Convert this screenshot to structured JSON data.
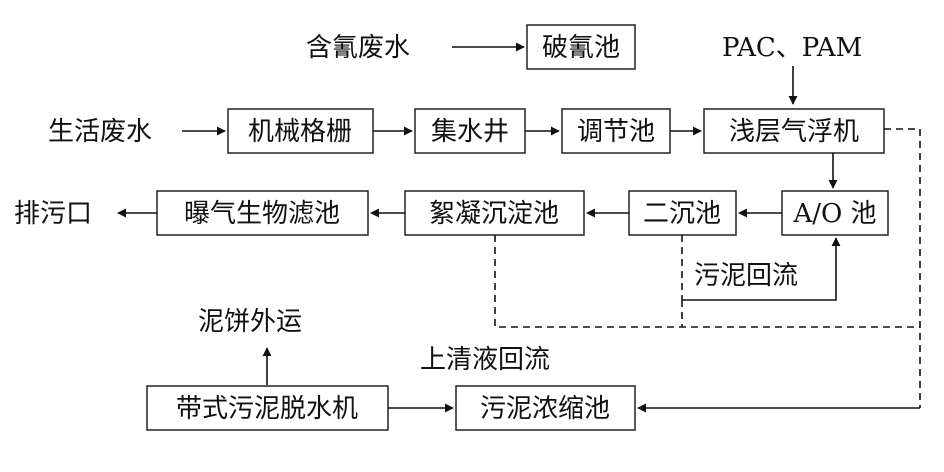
{
  "nodes": {
    "cyanide_wastewater": "含氰废水",
    "cyanide_breaking_tank": "破氰池",
    "pac_pam": "PAC、PAM",
    "domestic_wastewater": "生活废水",
    "mechanical_grille": "机械格栅",
    "sump_well": "集水井",
    "regulating_tank": "调节池",
    "shallow_air_flotation": "浅层气浮机",
    "ao_tank": "A/O 池",
    "secondary_settling_tank": "二沉池",
    "flocculation_sedimentation_tank": "絮凝沉淀池",
    "biological_aerated_filter": "曝气生物滤池",
    "discharge_outlet": "排污口",
    "sludge_return": "污泥回流",
    "sludge_cake_transport": "泥饼外运",
    "supernatant_return": "上清液回流",
    "belt_sludge_dewatering": "带式污泥脱水机",
    "sludge_thickening_tank": "污泥浓缩池"
  }
}
